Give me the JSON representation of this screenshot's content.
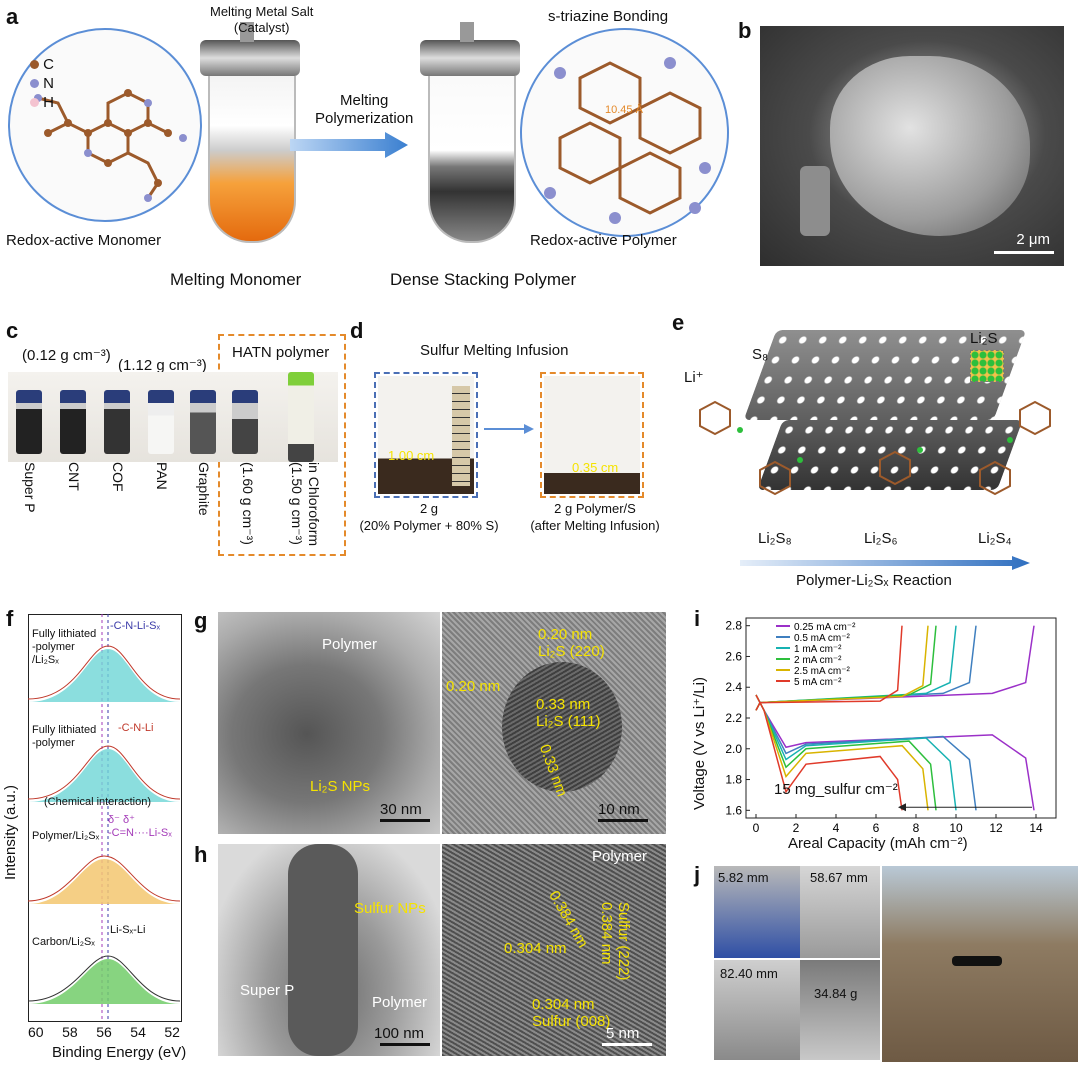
{
  "panels": {
    "a": "a",
    "b": "b",
    "c": "c",
    "d": "d",
    "e": "e",
    "f": "f",
    "g": "g",
    "h": "h",
    "i": "i",
    "j": "j"
  },
  "a": {
    "catalyst": "Melting Metal Salt\n(Catalyst)",
    "bonding": "s-triazine Bonding",
    "arrow_label": "Melting\nPolymerization",
    "legend": [
      "C",
      "N",
      "H"
    ],
    "monomer_label": "Redox-active Monomer",
    "polymer_label": "Redox-active Polymer",
    "melting_monomer": "Melting Monomer",
    "dense_stacking": "Dense Stacking Polymer",
    "bond_length": "10.45 Å"
  },
  "b": {
    "scale": "2 μm"
  },
  "c": {
    "density1": "(0.12 g cm⁻³)",
    "density2": "(1.12 g cm⁻³)",
    "hatn": "HATN polymer",
    "vials": [
      "Super P",
      "CNT",
      "COF",
      "PAN",
      "Graphite"
    ],
    "hatn_density": "(1.60 g cm⁻³)",
    "chloroform": "in Chloroform\n(1.50 g cm⁻³)"
  },
  "d": {
    "title": "Sulfur Melting Infusion",
    "left_height": "1.00 cm",
    "right_height": "0.35 cm",
    "left_caption": "2 g\n(20% Polymer + 80% S)",
    "right_caption": "2 g Polymer/S\n(after Melting Infusion)"
  },
  "e": {
    "li": "Li⁺",
    "s8": "S₈",
    "li2s": "Li₂S",
    "li2s8": "Li₂S₈",
    "li2s6": "Li₂S₆",
    "li2s4": "Li₂S₄",
    "reaction": "Polymer-Li₂Sₓ Reaction"
  },
  "f": {
    "ylabel": "Intensity (a.u.)",
    "xlabel": "Binding Energy (eV)",
    "xticks": [
      "60",
      "58",
      "56",
      "54",
      "52"
    ],
    "spectra": [
      {
        "name": "Fully lithiated\n-polymer\n/Li₂Sₓ",
        "peak": "-C-N-Li-Sₓ"
      },
      {
        "name": "Fully lithiated\n-polymer",
        "peak": "-C-N-Li",
        "note": "(Chemical interaction)"
      },
      {
        "name": "Polymer/Li₂Sₓ",
        "peak": "δ⁻ δ⁺\n-C=N····Li-Sₓ"
      },
      {
        "name": "Carbon/Li₂Sₓ",
        "peak": "Li-Sₓ-Li"
      }
    ]
  },
  "g": {
    "polymer": "Polymer",
    "np": "Li₂S NPs",
    "scale_left": "30 nm",
    "scale_right": "10 nm",
    "d1": "0.20 nm\nLi₂S (220)",
    "d2": "0.20 nm",
    "d3": "0.33 nm\nLi₂S (111)",
    "d4": "0.33 nm"
  },
  "h": {
    "sulfur_nps": "Sulfur NPs",
    "super_p": "Super P",
    "polymer": "Polymer",
    "polymer_right": "Polymer",
    "scale_left": "100 nm",
    "scale_right": "5 nm",
    "d1": "0.384 nm",
    "d2": "0.304 nm",
    "d3": "0.304 nm\nSulfur (008)",
    "d4": "Sulfur (222)\n0.384 nm"
  },
  "j": {
    "t1": "5.82 mm",
    "t2": "58.67 mm",
    "t3": "82.40 mm",
    "t4": "34.84 g"
  },
  "chart_data": {
    "type": "line",
    "xlabel": "Areal Capacity (mAh cm⁻²)",
    "ylabel": "Voltage (V vs Li⁺/Li)",
    "xlim": [
      -0.5,
      15
    ],
    "ylim": [
      1.55,
      2.85
    ],
    "xticks": [
      0,
      2,
      4,
      6,
      8,
      10,
      12,
      14
    ],
    "yticks": [
      1.6,
      1.8,
      2.0,
      2.2,
      2.4,
      2.6,
      2.8
    ],
    "annotation": "15 mg_sulfur cm⁻²",
    "legend_position": "top-left",
    "series": [
      {
        "name": "0.25 mA cm⁻²",
        "color": "#9b30c8",
        "capacity": 13.9,
        "plateau1": 2.33,
        "plateau2": 2.09
      },
      {
        "name": "0.5 mA cm⁻²",
        "color": "#3f7fbf",
        "capacity": 11.0,
        "plateau1": 2.33,
        "plateau2": 2.08
      },
      {
        "name": "1 mA cm⁻²",
        "color": "#17b2b2",
        "capacity": 10.0,
        "plateau1": 2.33,
        "plateau2": 2.07
      },
      {
        "name": "2 mA cm⁻²",
        "color": "#2dbf3c",
        "capacity": 9.0,
        "plateau1": 2.32,
        "plateau2": 2.05
      },
      {
        "name": "2.5 mA cm⁻²",
        "color": "#d9b400",
        "capacity": 8.6,
        "plateau1": 2.31,
        "plateau2": 2.02
      },
      {
        "name": "5 mA cm⁻²",
        "color": "#e03a2a",
        "capacity": 7.3,
        "plateau1": 2.28,
        "plateau2": 1.95
      }
    ]
  }
}
